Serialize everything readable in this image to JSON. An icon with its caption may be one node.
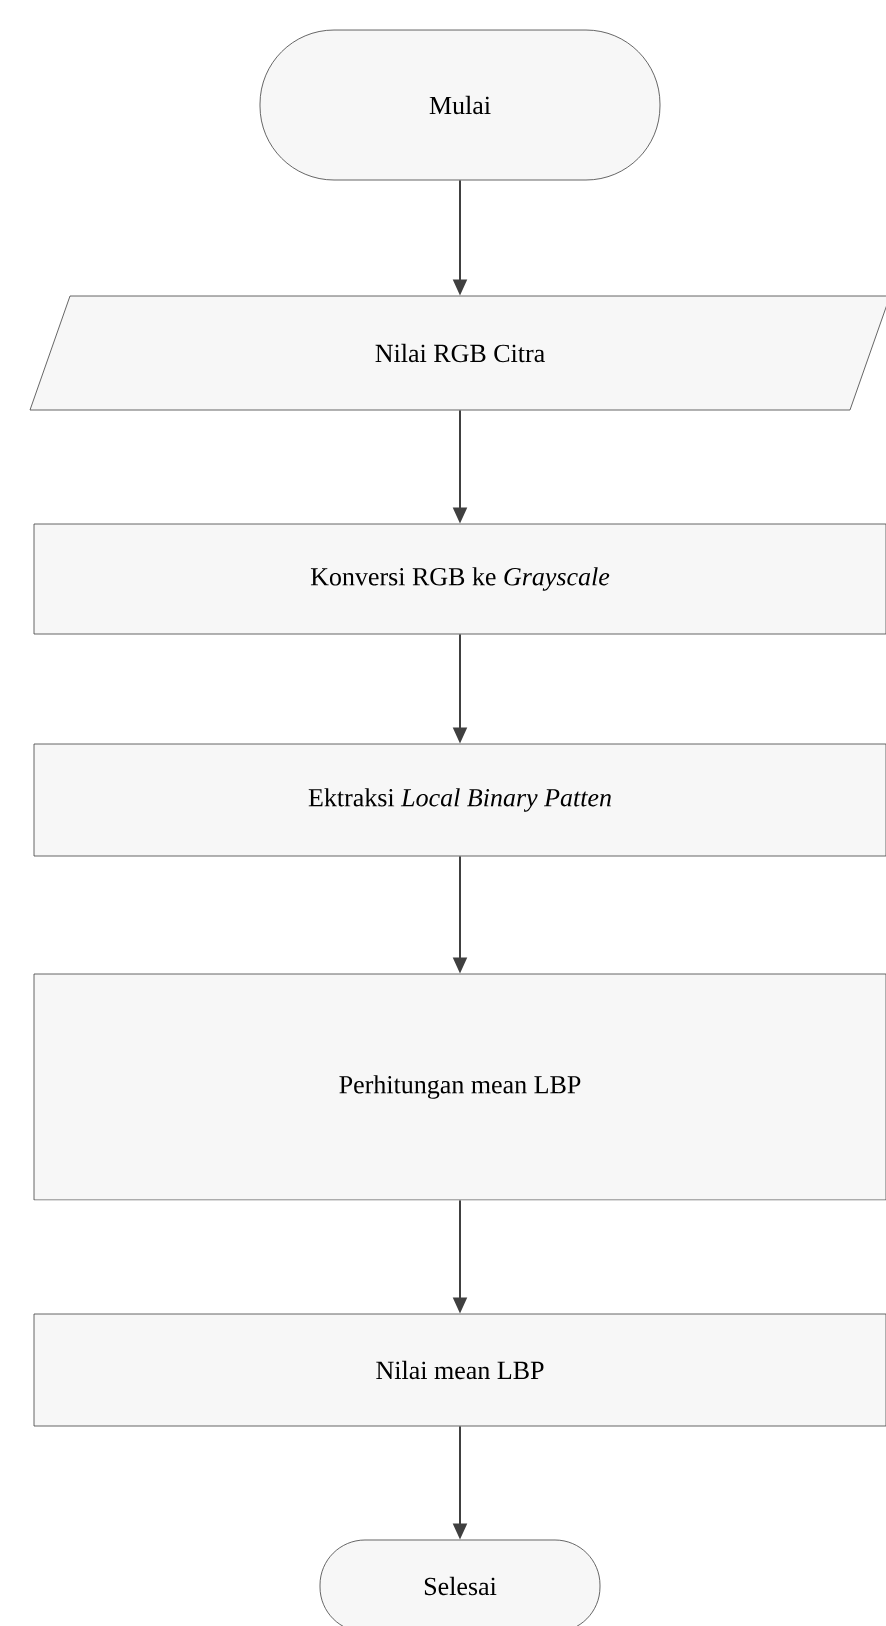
{
  "diagram": {
    "nodes": [
      {
        "text": [
          "Mulai"
        ]
      },
      {
        "text": [
          "Nilai RGB Citra"
        ]
      },
      {
        "text": [
          "Konversi RGB ke *Grayscale*"
        ]
      },
      {
        "text": [
          "Ektraksi *Local Binary Patten*"
        ]
      },
      {
        "text": [
          "Perhitungan mean LBP"
        ]
      },
      {
        "text": [
          "Nilai mean LBP"
        ]
      },
      {
        "text": [
          "Selesai"
        ]
      }
    ],
    "edges": [
      {
        "from": 0,
        "to": 1,
        "arrow": "to"
      },
      {
        "from": 1,
        "to": 2,
        "arrow": "to"
      },
      {
        "from": 2,
        "to": 3,
        "arrow": "to"
      },
      {
        "from": 3,
        "to": 4,
        "arrow": "to"
      },
      {
        "from": 4,
        "to": 5,
        "arrow": "to"
      },
      {
        "from": 5,
        "to": 6,
        "arrow": "to"
      }
    ]
  }
}
